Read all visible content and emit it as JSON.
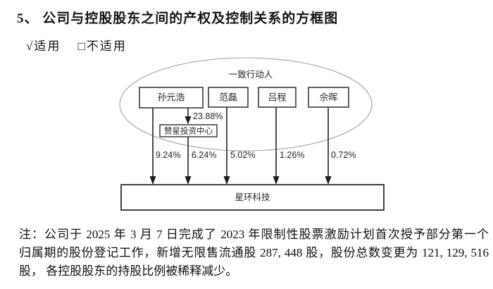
{
  "page": {
    "section_title": "5、 公司与控股股东之间的产权及控制关系的方框图",
    "applicable_option": "√适用",
    "not_applicable_option": "□不适用"
  },
  "diagram": {
    "group_label": "一致行动人",
    "shareholders": {
      "sun": "孙元浩",
      "fan": "范磊",
      "lv": "吕程",
      "she": "佘晖"
    },
    "platform": "赞星投资中心",
    "company": "星环科技",
    "percentages": {
      "sun_to_platform": "23.88%",
      "sun_direct": "9.24%",
      "platform_direct": "6.24%",
      "fan_direct": "5.02%",
      "lv_direct": "1.26%",
      "she_direct": "0.72%"
    }
  },
  "note": {
    "line1": "注：公司于 2025 年 3 月 7 日完成了 2023 年限制性股票激励计划首次授予部分第一个",
    "line2": "归属期的股份登记工作，新增无限售流通股 287, 448 股，股份总数变更为 121, 129, 516",
    "line3": "股， 各控股股东的持股比例被稀释减少。"
  }
}
